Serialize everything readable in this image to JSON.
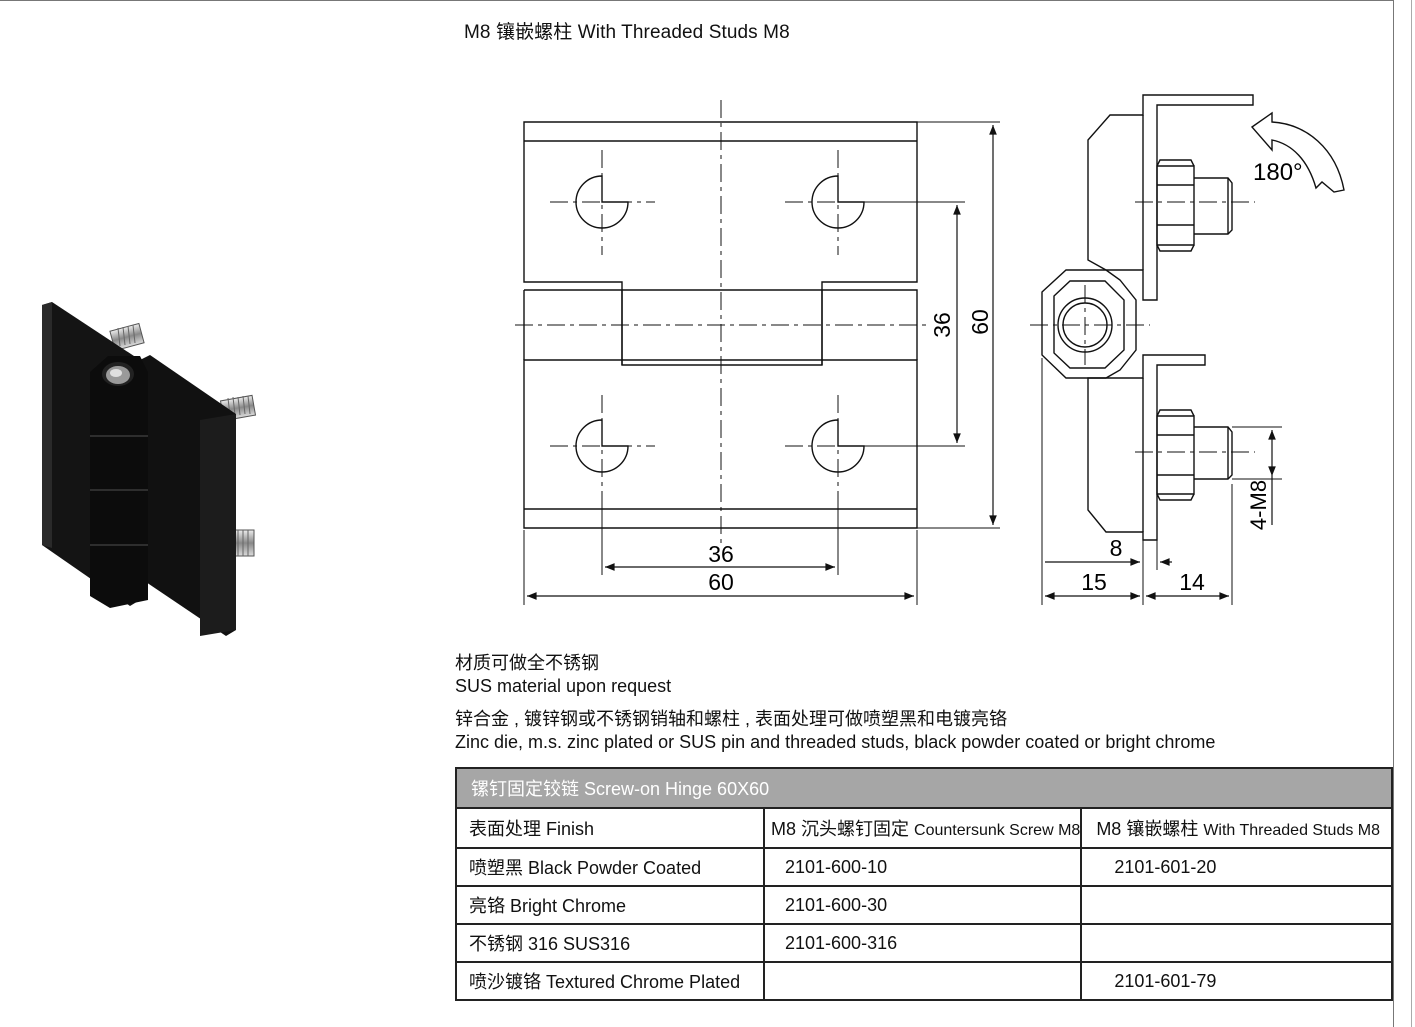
{
  "title": "M8 镶嵌螺柱 With Threaded Studs M8",
  "drawing": {
    "front_view": {
      "dim_height_outer": "60",
      "dim_height_inner": "36",
      "dim_width_inner": "36",
      "dim_width_outer": "60"
    },
    "side_view": {
      "rotation": "180°",
      "thread": "4-M8",
      "dim_stud_offset": "8",
      "dim_left": "15",
      "dim_right": "14"
    }
  },
  "notes": [
    "材质可做全不锈钢",
    "SUS material upon request",
    "锌合金 , 镀锌钢或不锈钢销轴和螺柱 , 表面处理可做喷塑黑和电镀亮铬",
    "Zinc die, m.s. zinc plated or SUS pin and threaded studs, black powder coated or bright  chrome"
  ],
  "table": {
    "caption": "镙钉固定铰链  Screw-on Hinge 60X60",
    "headers": {
      "finish": "表面处理 Finish",
      "countersunk_prefix": "M8 沉头螺钉固定 ",
      "countersunk_suffix": "Countersunk Screw M8",
      "studs_prefix": "M8 镶嵌螺柱 ",
      "studs_suffix": "With Threaded Studs M8"
    },
    "rows": [
      {
        "finish": "喷塑黑 Black Powder Coated",
        "countersunk": "2101-600-10",
        "studs": "2101-601-20"
      },
      {
        "finish": "亮铬 Bright Chrome",
        "countersunk": "2101-600-30",
        "studs": ""
      },
      {
        "finish": "不锈钢 316 SUS316",
        "countersunk": "2101-600-316",
        "studs": ""
      },
      {
        "finish": "喷沙镀铬 Textured Chrome Plated",
        "countersunk": "",
        "studs": "2101-601-79"
      }
    ]
  }
}
